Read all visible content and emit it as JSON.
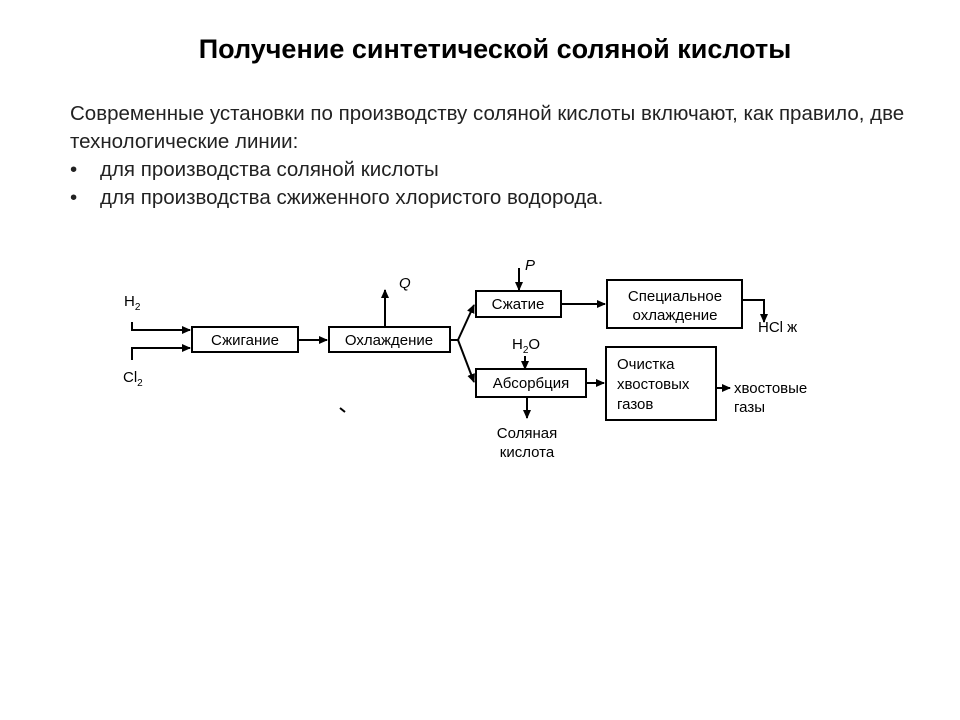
{
  "slide": {
    "title": "Получение синтетической соляной кислоты",
    "intro": "Современные установки по производству соляной кислоты включают, как правило, две технологические линии:",
    "bullets": [
      "для производства соляной кислоты",
      "для производства сжиженного хлористого водорода."
    ]
  },
  "diagram": {
    "inputs": {
      "h2": "H",
      "h2_sub": "2",
      "cl2": "Cl",
      "cl2_sub": "2"
    },
    "blocks": {
      "combustion": "Сжигание",
      "cooling": "Охлаждение",
      "compression": "Сжатие",
      "absorption": "Абсорбция",
      "special_cooling_line1": "Специальное",
      "special_cooling_line2": "охлаждение",
      "purification_line1": "Очистка",
      "purification_line2": "хвостовых",
      "purification_line3": "газов"
    },
    "labels": {
      "heat": "Q",
      "pressure": "P",
      "water": "H",
      "water_sub": "2",
      "water_tail": "O",
      "product_hcl": "HCl ж",
      "product_acid_line1": "Соляная",
      "product_acid_line2": "кислота",
      "tail_gas_line1": "хвостовые",
      "tail_gas_line2": "газы"
    }
  }
}
